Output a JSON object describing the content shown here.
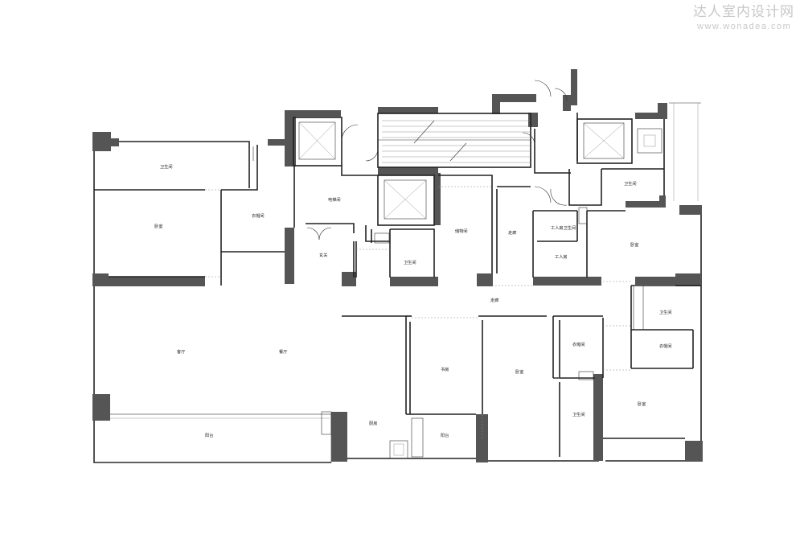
{
  "watermark": {
    "brand": "达人室内设计网",
    "url": "www.wonadea.com"
  },
  "rooms": {
    "bathroom_1": "卫生间",
    "bedroom_1": "卧室",
    "closet_1": "衣帽间",
    "elevator_hall": "电梯间",
    "foyer": "玄关",
    "bathroom_2": "卫生间",
    "storage": "储物间",
    "corridor_1": "走廊",
    "maid_bathroom": "工人房卫生间",
    "maid_room": "工人房",
    "bathroom_3": "卫生间",
    "bedroom_2": "卧室",
    "corridor_2": "走廊",
    "bathroom_4": "卫生间",
    "closet_2": "衣帽间",
    "living_room": "客厅",
    "dining_room": "餐厅",
    "study": "书房",
    "bedroom_3": "卧室",
    "closet_3": "衣帽间",
    "bathroom_5": "卫生间",
    "bedroom_4": "卧室",
    "balcony_1": "阳台",
    "kitchen": "厨房",
    "balcony_2": "阳台"
  }
}
